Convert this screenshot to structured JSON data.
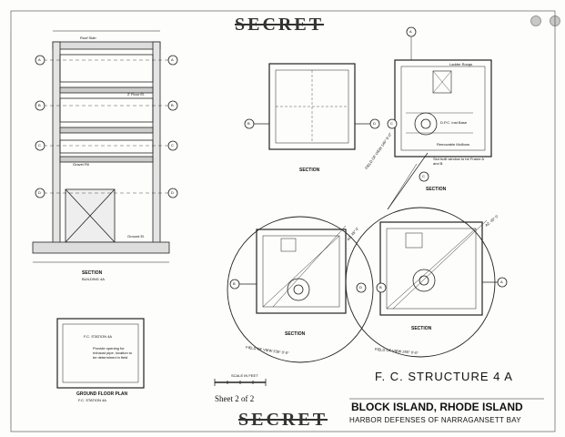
{
  "stamps": {
    "secret_top": "SECRET",
    "secret_bottom": "SECRET"
  },
  "title_block": {
    "title": "F. C. STRUCTURE 4 A",
    "location": "BLOCK ISLAND, RHODE ISLAND",
    "harbor": "HARBOR DEFENSES OF NARRAGANSETT BAY",
    "sheet": "Sheet 2 of 2",
    "scale": "SCALE IN FEET"
  },
  "building_section": {
    "title": "SECTION",
    "subtitle": "BUILDING 4A",
    "markers": [
      "A",
      "B",
      "C",
      "D",
      "A",
      "B",
      "C",
      "D"
    ],
    "notes": [
      "Roof Slab",
      "2' Floor El.",
      "Gravel Fill",
      "Ground El."
    ]
  },
  "ground_plan": {
    "inner_title": "F.C. STATION 4A",
    "inner_note": "Provide opening for exhaust pipe, location to be determined in field",
    "title": "GROUND FLOOR PLAN",
    "subtitle": "F.C. STATION 4A"
  },
  "views": {
    "upper_middle": {
      "title": "SECTION",
      "markers": [
        "B",
        "D"
      ]
    },
    "upper_right": {
      "title": "SECTION",
      "markers": [
        "A",
        "C",
        "C"
      ],
      "notes": [
        "Ladder Rungs",
        "D.P.C. Inst Base",
        "Removable Mullions",
        "Slot built window to be Frame A and B"
      ]
    },
    "lower_middle": {
      "title": "SECTION",
      "field_of_view": "FIELD OF VIEW 235° 0'-0\"",
      "markers": [
        "B",
        "D"
      ],
      "az": "AZ. 45° 0'"
    },
    "lower_right": {
      "title": "SECTION",
      "field_of_view": "FIELD OF VIEW 255° 0'-0\"",
      "markers": [
        "B",
        "A"
      ],
      "az": "AZ. 45° 0'"
    },
    "field_diag": "FIELD OF VIEW 140° 0'-0\""
  }
}
